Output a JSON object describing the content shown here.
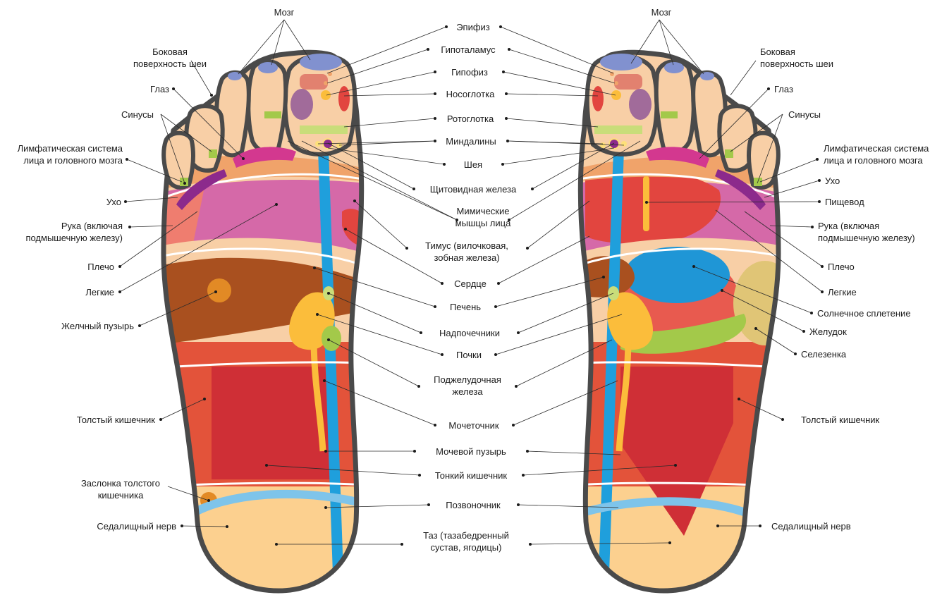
{
  "left_labels": [
    {
      "id": "brain",
      "lines": [
        "Мозг"
      ]
    },
    {
      "id": "neck-side",
      "lines": [
        "Боковая",
        "поверхность шеи"
      ]
    },
    {
      "id": "eye",
      "lines": [
        "Глаз"
      ]
    },
    {
      "id": "sinuses",
      "lines": [
        "Синусы"
      ]
    },
    {
      "id": "lymph",
      "lines": [
        "Лимфатическая система",
        "лица и головного мозга"
      ]
    },
    {
      "id": "ear",
      "lines": [
        "Ухо"
      ]
    },
    {
      "id": "arm",
      "lines": [
        "Рука (включая",
        "подмышечную железу)"
      ]
    },
    {
      "id": "shoulder",
      "lines": [
        "Плечо"
      ]
    },
    {
      "id": "lungs",
      "lines": [
        "Легкие"
      ]
    },
    {
      "id": "gallbladder",
      "lines": [
        "Желчный пузырь"
      ]
    },
    {
      "id": "colon",
      "lines": [
        "Толстый кишечник"
      ]
    },
    {
      "id": "ileocecal",
      "lines": [
        "Заслонка толстого",
        "кишечника"
      ]
    },
    {
      "id": "sciatic",
      "lines": [
        "Седалищный нерв"
      ]
    }
  ],
  "center_labels": [
    {
      "id": "pineal",
      "lines": [
        "Эпифиз"
      ]
    },
    {
      "id": "hypothalamus",
      "lines": [
        "Гипоталамус"
      ]
    },
    {
      "id": "pituitary",
      "lines": [
        "Гипофиз"
      ]
    },
    {
      "id": "nasopharynx",
      "lines": [
        "Носоглотка"
      ]
    },
    {
      "id": "oropharynx",
      "lines": [
        "Ротоглотка"
      ]
    },
    {
      "id": "tonsils",
      "lines": [
        "Миндалины"
      ]
    },
    {
      "id": "neck",
      "lines": [
        "Шея"
      ]
    },
    {
      "id": "thyroid",
      "lines": [
        "Щитовидная железа"
      ]
    },
    {
      "id": "facial-muscles",
      "lines": [
        "Мимические",
        "мышцы лица"
      ]
    },
    {
      "id": "thymus",
      "lines": [
        "Тимус (вилочковая,",
        "зобная железа)"
      ]
    },
    {
      "id": "heart",
      "lines": [
        "Сердце"
      ]
    },
    {
      "id": "liver",
      "lines": [
        "Печень"
      ]
    },
    {
      "id": "adrenals",
      "lines": [
        "Надпочечники"
      ]
    },
    {
      "id": "kidneys",
      "lines": [
        "Почки"
      ]
    },
    {
      "id": "pancreas",
      "lines": [
        "Поджелудочная",
        "железа"
      ]
    },
    {
      "id": "ureter",
      "lines": [
        "Мочеточник"
      ]
    },
    {
      "id": "bladder",
      "lines": [
        "Мочевой пузырь"
      ]
    },
    {
      "id": "small-intestine",
      "lines": [
        "Тонкий кишечник"
      ]
    },
    {
      "id": "spine",
      "lines": [
        "Позвоночник"
      ]
    },
    {
      "id": "pelvis",
      "lines": [
        "Таз (тазабедренный",
        "сустав, ягодицы)"
      ]
    }
  ],
  "right_labels": [
    {
      "id": "brain-r",
      "lines": [
        "Мозг"
      ]
    },
    {
      "id": "neck-side-r",
      "lines": [
        "Боковая",
        "поверхность шеи"
      ]
    },
    {
      "id": "eye-r",
      "lines": [
        "Глаз"
      ]
    },
    {
      "id": "sinuses-r",
      "lines": [
        "Синусы"
      ]
    },
    {
      "id": "lymph-r",
      "lines": [
        "Лимфатическая система",
        "лица и головного мозга"
      ]
    },
    {
      "id": "ear-r",
      "lines": [
        "Ухо"
      ]
    },
    {
      "id": "esophagus",
      "lines": [
        "Пищевод"
      ]
    },
    {
      "id": "arm-r",
      "lines": [
        "Рука (включая",
        "подмышечную железу)"
      ]
    },
    {
      "id": "shoulder-r",
      "lines": [
        "Плечо"
      ]
    },
    {
      "id": "lungs-r",
      "lines": [
        "Легкие"
      ]
    },
    {
      "id": "solar-plexus",
      "lines": [
        "Солнечное сплетение"
      ]
    },
    {
      "id": "stomach",
      "lines": [
        "Желудок"
      ]
    },
    {
      "id": "spleen",
      "lines": [
        "Селезенка"
      ]
    },
    {
      "id": "colon-r",
      "lines": [
        "Толстый кишечник"
      ]
    },
    {
      "id": "sciatic-r",
      "lines": [
        "Седалищный нерв"
      ]
    }
  ],
  "colors": {
    "outline": "#4a4a4a",
    "skin": "#f8cfa6",
    "toe_tip": "#8191cf",
    "pink": "#df7bb5",
    "magenta": "#d3388f",
    "purple": "#8c2a8c",
    "lung": "#d569a8",
    "heart_red": "#e2453f",
    "liver": "#a9501f",
    "colon": "#e3533a",
    "small_intestine": "#cf2f36",
    "spine": "#1f9fdc",
    "kidney": "#fbbd3b",
    "green": "#a3c94a",
    "heel": "#fcd08f",
    "gall": "#e28a25",
    "solar": "#1f96d6",
    "spleen": "#e0c576"
  }
}
